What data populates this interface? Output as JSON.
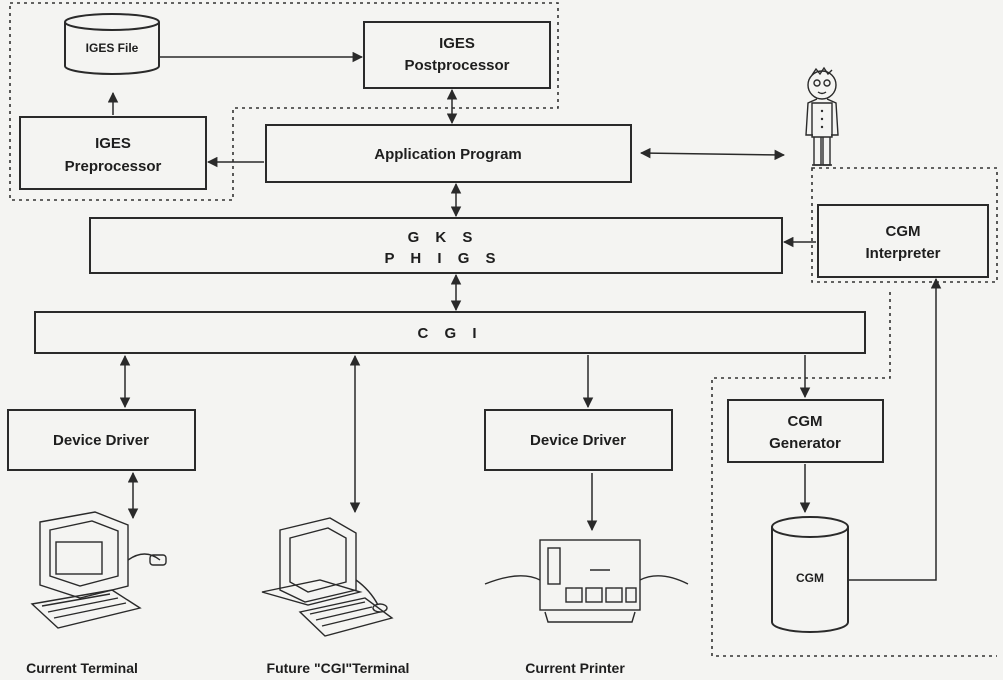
{
  "boxes": {
    "iges_file": "IGES File",
    "iges_postprocessor": [
      "IGES",
      "Postprocessor"
    ],
    "iges_preprocessor": [
      "IGES",
      "Preprocessor"
    ],
    "application_program": "Application Program",
    "gks_phigs": [
      "G K S",
      "P H I G S"
    ],
    "cgm_interpreter": [
      "CGM",
      "Interpreter"
    ],
    "cgi": "C G I",
    "device_driver_left": "Device Driver",
    "device_driver_right": "Device Driver",
    "cgm_generator": [
      "CGM",
      "Generator"
    ],
    "cgm_store": "CGM"
  },
  "captions": {
    "current_terminal": "Current Terminal",
    "future_terminal": "Future \"CGI\"Terminal",
    "current_printer": "Current Printer"
  },
  "icons": {
    "user": "person-icon",
    "current_terminal": "computer-terminal-icon",
    "future_terminal": "pc-terminal-icon",
    "current_printer": "printer-icon"
  }
}
